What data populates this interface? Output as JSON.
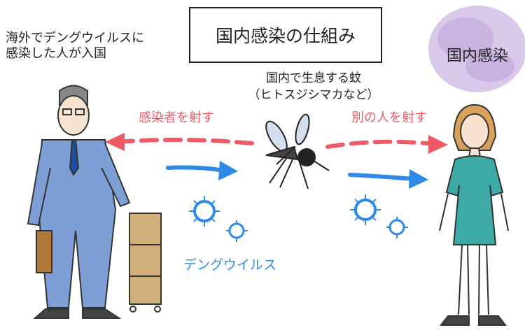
{
  "title": "国内感染の仕組み",
  "intro": {
    "line1": "海外でデングウイルスに",
    "line2": "感染した人が入国"
  },
  "badge": "国内感染",
  "mosquito_label": {
    "line1": "国内で生息する蚊",
    "line2": "（ヒトスジシマカなど）"
  },
  "bite_infected": "感染者を射す",
  "bite_other": "別の人を射す",
  "virus_label": "デングウイルス",
  "colors": {
    "red": "#ee5a66",
    "blue": "#2e8ae6",
    "purple": "#c9b3df",
    "suit": "#7e9fd6",
    "dress": "#3eaaa6"
  }
}
